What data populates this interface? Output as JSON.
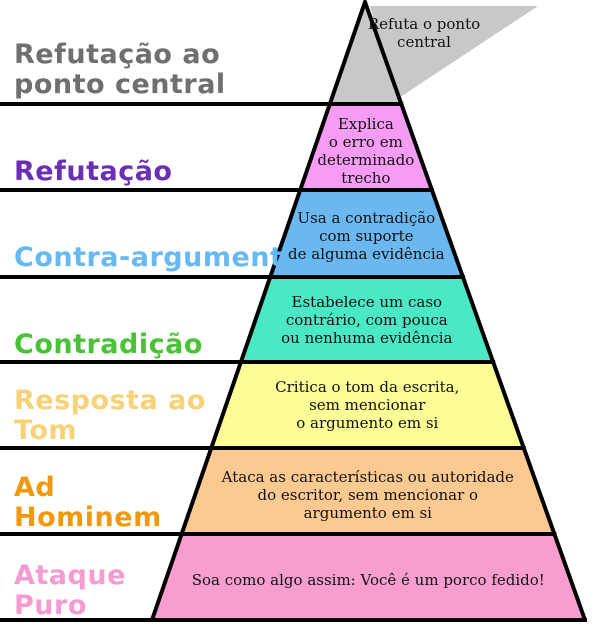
{
  "pyramid": {
    "levels": [
      {
        "name": "Refutação ao\nponto central",
        "description": "Refuta o ponto\ncentral",
        "fill": "#c8c8c8",
        "label_color": "#6f6f6f"
      },
      {
        "name": "Refutação",
        "description": "Explica\no erro em\ndeterminado\ntrecho",
        "fill": "#f79cf5",
        "label_color": "#6a2fb5"
      },
      {
        "name": "Contra-argumento",
        "description": "Usa a contradição\ncom suporte\nde alguma evidência",
        "fill": "#6bb7f0",
        "label_color": "#66b9f2"
      },
      {
        "name": "Contradição",
        "description": "Estabelece um caso\ncontrário, com pouca\nou nenhuma evidência",
        "fill": "#4be8c5",
        "label_color": "#49c236"
      },
      {
        "name": "Resposta ao\nTom",
        "description": "Critica o tom da escrita,\nsem mencionar\no argumento em si",
        "fill": "#fcfd96",
        "label_color": "#f7d278"
      },
      {
        "name": "Ad\nHominem",
        "description": "Ataca as características ou autoridade\ndo escritor, sem mencionar o\nargumento em si",
        "fill": "#fcc991",
        "label_color": "#f0990e"
      },
      {
        "name": "Ataque\nPuro",
        "description": "Soa como algo assim: Você é um porco fedido!",
        "fill": "#f89ecf",
        "label_color": "#f69bd1"
      }
    ]
  }
}
